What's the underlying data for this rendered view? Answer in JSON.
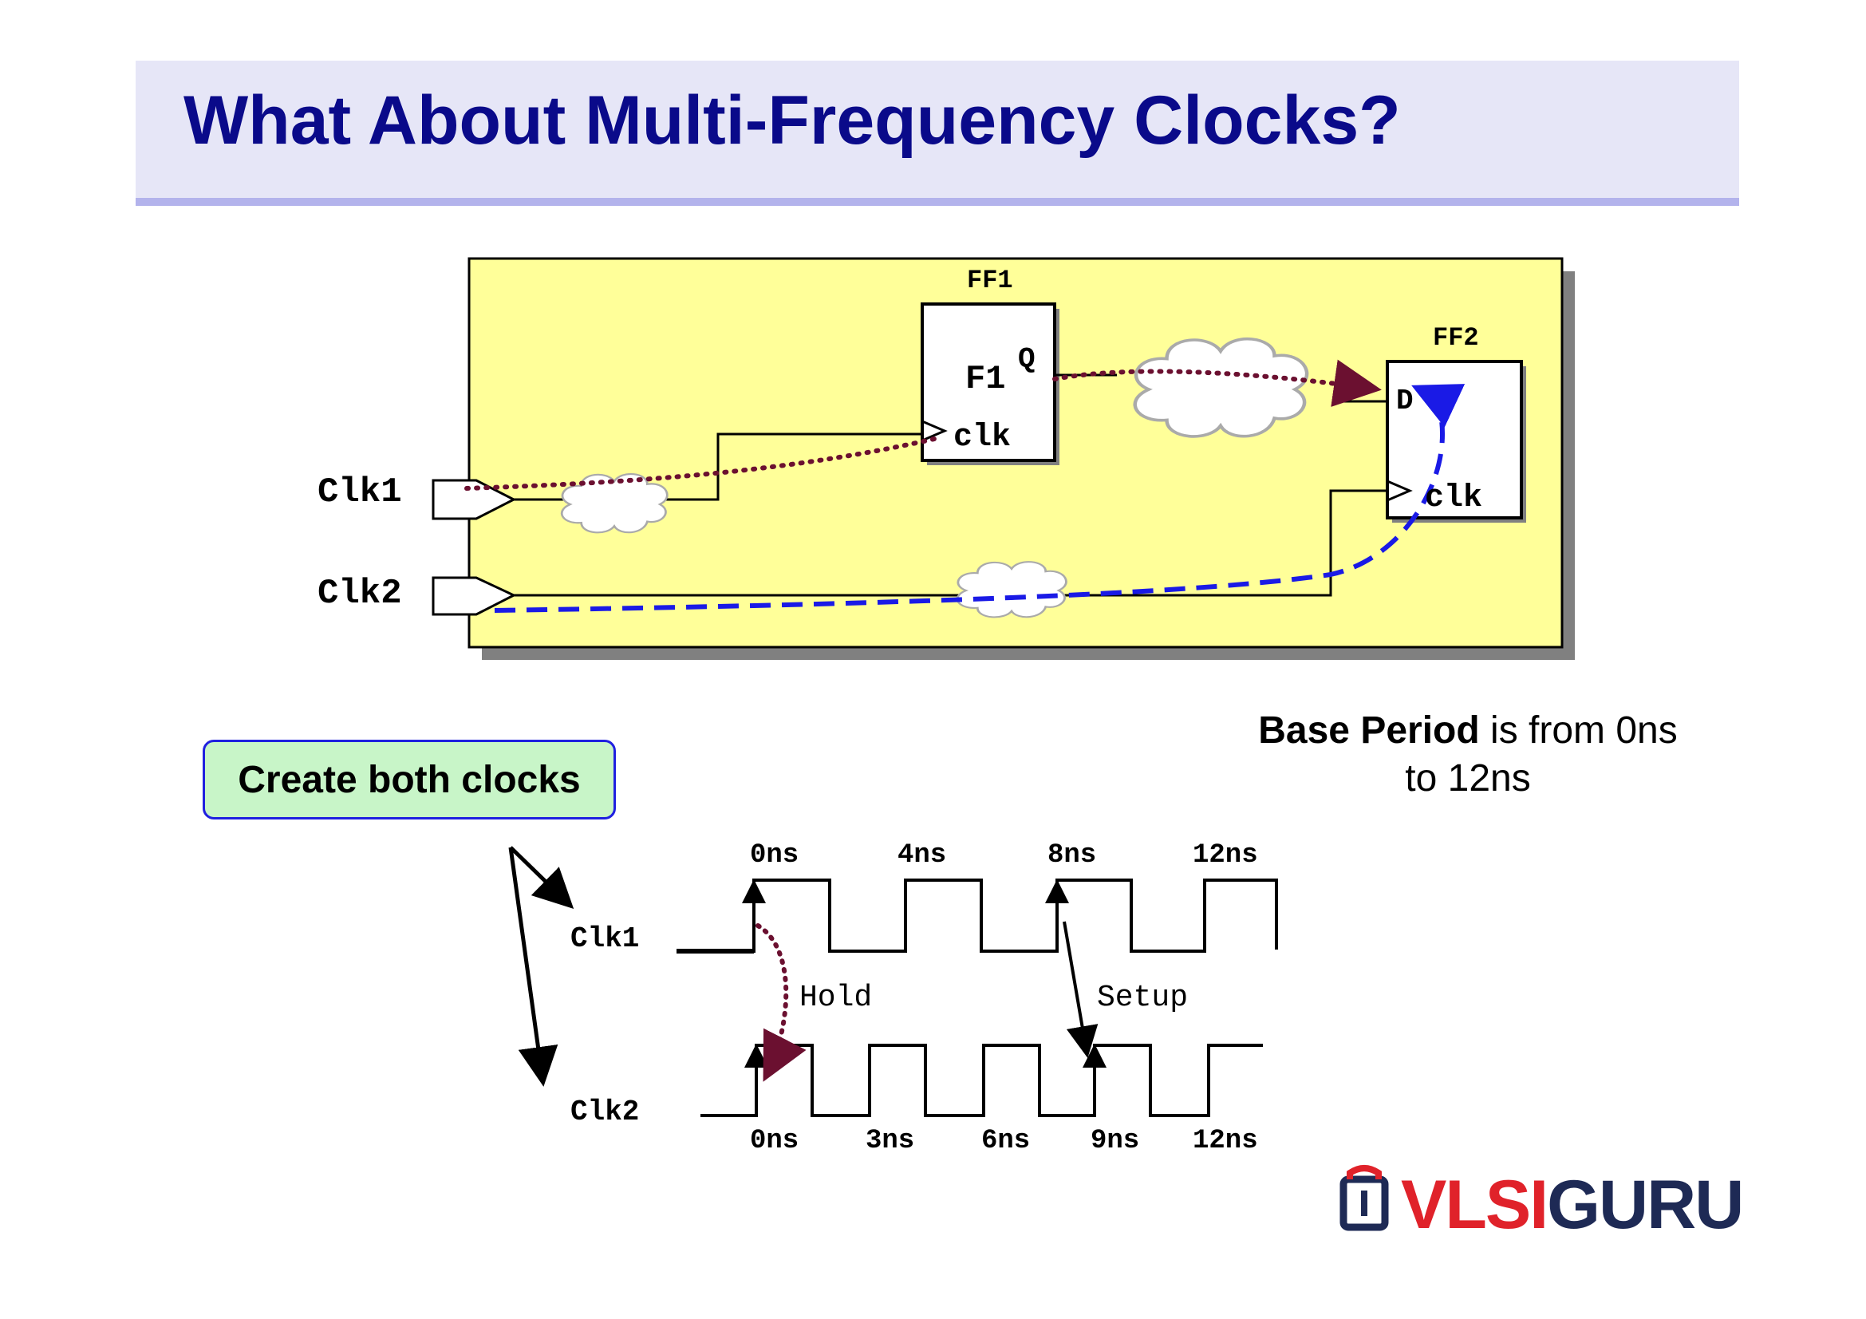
{
  "title": "What About Multi-Frequency Clocks?",
  "circuit": {
    "ff1_label": "FF1",
    "ff1_inner": "F1",
    "ff1_q": "Q",
    "ff1_clk": "clk",
    "ff2_label": "FF2",
    "ff2_d": "D",
    "ff2_clk": "clk",
    "clk1_port": "Clk1",
    "clk2_port": "Clk2"
  },
  "callout": {
    "create_clocks": "Create both clocks",
    "base_period_bold": "Base Period",
    "base_period_rest": " is from 0ns",
    "base_period_line2": "to 12ns"
  },
  "waveform": {
    "clk1_label": "Clk1",
    "clk2_label": "Clk2",
    "clk1_times": [
      "0ns",
      "4ns",
      "8ns",
      "12ns"
    ],
    "clk2_times": [
      "0ns",
      "3ns",
      "6ns",
      "9ns",
      "12ns"
    ],
    "hold_label": "Hold",
    "setup_label": "Setup"
  },
  "logo": {
    "vlsi": "VLSI",
    "guru": "GURU"
  },
  "colors": {
    "title": "#0a0a8a",
    "title_bg": "#e6e6f7",
    "panel": "#ffff99",
    "hold_path": "#6b1030",
    "setup_path": "#1a1ae6",
    "create_box": "#c8f5c8",
    "logo_red": "#e0222a",
    "logo_navy": "#1e2a55"
  },
  "icons": [
    "cloud-icon",
    "vlsiguru-logo-icon"
  ]
}
